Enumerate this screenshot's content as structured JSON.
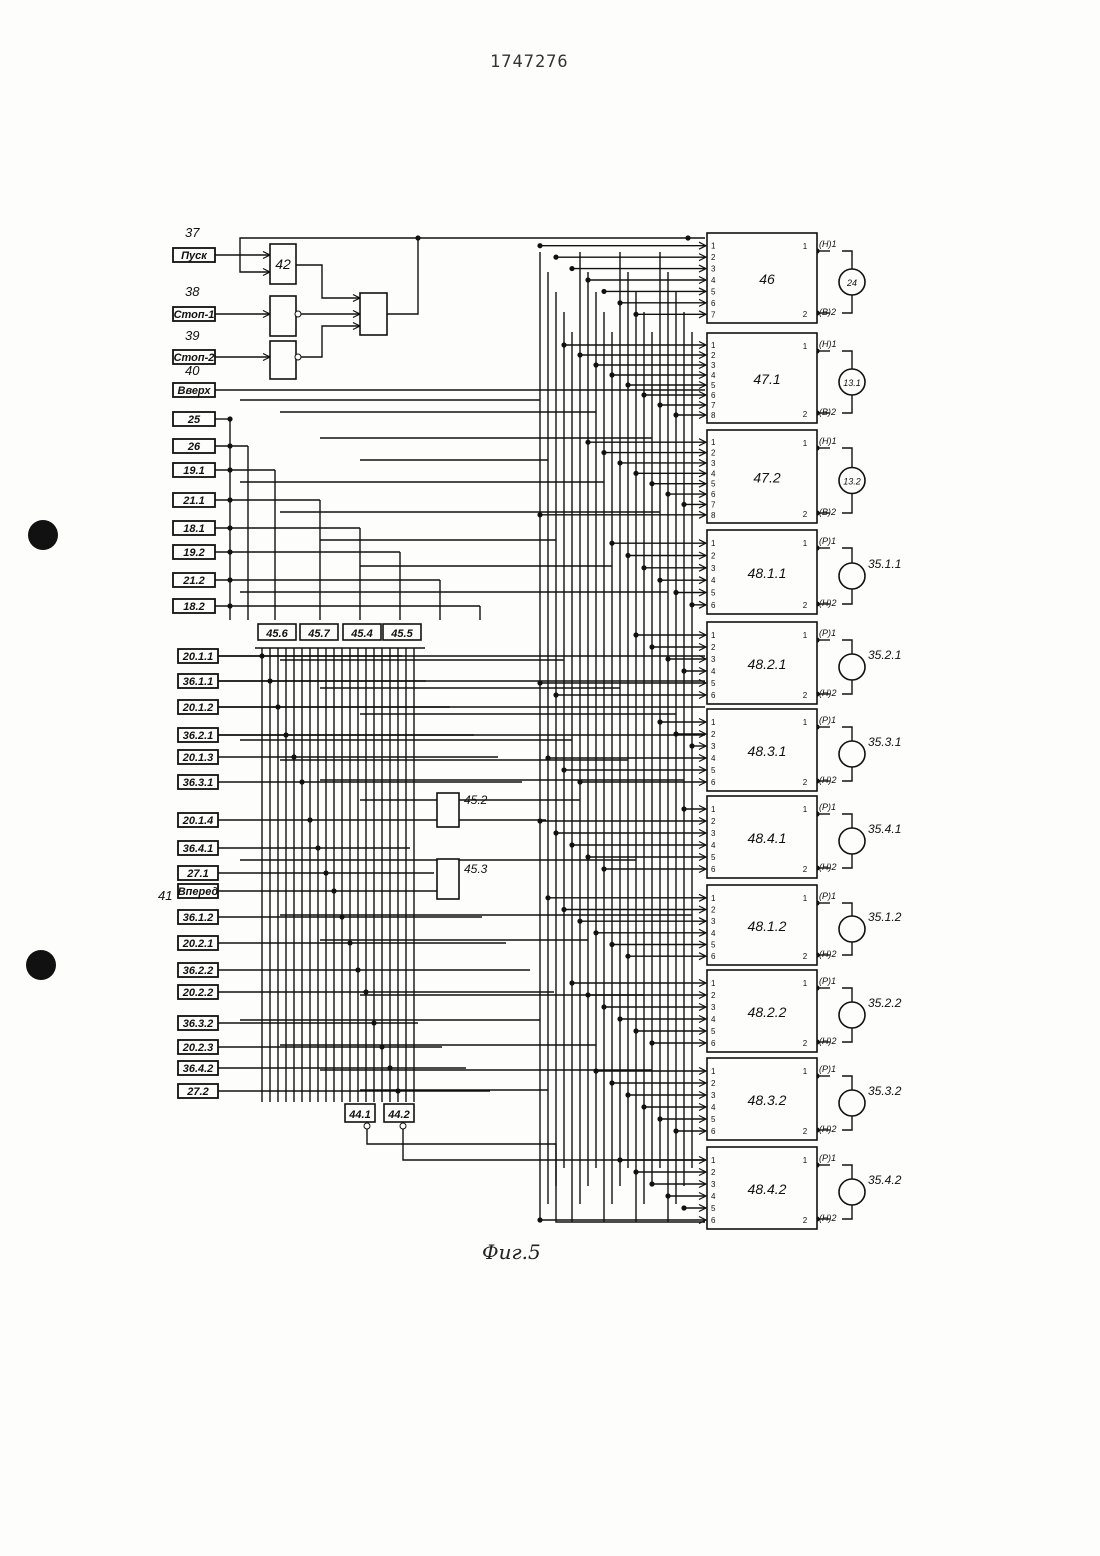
{
  "document": {
    "patent_number": "1747276",
    "figure_caption": "Фиг.5"
  },
  "inputs_top": [
    {
      "num": "37",
      "label": "Пуск"
    },
    {
      "num": "38",
      "label": "Стоп-1"
    },
    {
      "num": "39",
      "label": "Стоп-2"
    },
    {
      "num": "40",
      "label": "Вверх"
    }
  ],
  "inputs_mid": [
    "25",
    "26",
    "19.1",
    "21.1",
    "18.1",
    "19.2",
    "21.2",
    "18.2"
  ],
  "inputs_low": [
    "20.1.1",
    "36.1.1",
    "20.1.2",
    "36.2.1",
    "20.1.3",
    "36.3.1",
    "20.1.4",
    "36.4.1",
    "27.1"
  ],
  "input_41": {
    "num": "41",
    "label": "Вперед"
  },
  "inputs_bottom": [
    "36.1.2",
    "20.2.1",
    "36.2.2",
    "20.2.2",
    "36.3.2",
    "20.2.3",
    "36.4.2",
    "27.2"
  ],
  "logic_blocks": {
    "b42": "42",
    "b45_6": "45.6",
    "b45_7": "45.7",
    "b45_4": "45.4",
    "b45_5": "45.5",
    "b45_2": "45.2",
    "b45_3": "45.3",
    "b44_1": "44.1",
    "b44_2": "44.2"
  },
  "driver_blocks": [
    {
      "label": "46",
      "pins": 7
    },
    {
      "label": "47.1",
      "pins": 8
    },
    {
      "label": "47.2",
      "pins": 8
    },
    {
      "label": "48.1.1",
      "pins": 6
    },
    {
      "label": "48.2.1",
      "pins": 6
    },
    {
      "label": "48.3.1",
      "pins": 6
    },
    {
      "label": "48.4.1",
      "pins": 6
    },
    {
      "label": "48.1.2",
      "pins": 6
    },
    {
      "label": "48.2.2",
      "pins": 6
    },
    {
      "label": "48.3.2",
      "pins": 6
    },
    {
      "label": "48.4.2",
      "pins": 6
    }
  ],
  "outputs": [
    {
      "inner": "24",
      "t1": "(Н)",
      "t2": "(В)",
      "side": ""
    },
    {
      "inner": "13.1",
      "t1": "(Н)",
      "t2": "(В)",
      "side": ""
    },
    {
      "inner": "13.2",
      "t1": "(Н)",
      "t2": "(В)",
      "side": ""
    },
    {
      "inner": "",
      "t1": "(Р)",
      "t2": "(Н)",
      "side": "35.1.1"
    },
    {
      "inner": "",
      "t1": "(Р)",
      "t2": "(Н)",
      "side": "35.2.1"
    },
    {
      "inner": "",
      "t1": "(Р)",
      "t2": "(Н)",
      "side": "35.3.1"
    },
    {
      "inner": "",
      "t1": "(Р)",
      "t2": "(Н)",
      "side": "35.4.1"
    },
    {
      "inner": "",
      "t1": "(Р)",
      "t2": "(Н)",
      "side": "35.1.2"
    },
    {
      "inner": "",
      "t1": "(Р)",
      "t2": "(Н)",
      "side": "35.2.2"
    },
    {
      "inner": "",
      "t1": "(Р)",
      "t2": "(Н)",
      "side": "35.3.2"
    },
    {
      "inner": "",
      "t1": "(Р)",
      "t2": "(Н)",
      "side": "35.4.2"
    }
  ],
  "output_terms": {
    "one": "1",
    "two": "2"
  },
  "colors": {
    "ink": "#111111",
    "paper": "#fdfdfb"
  }
}
